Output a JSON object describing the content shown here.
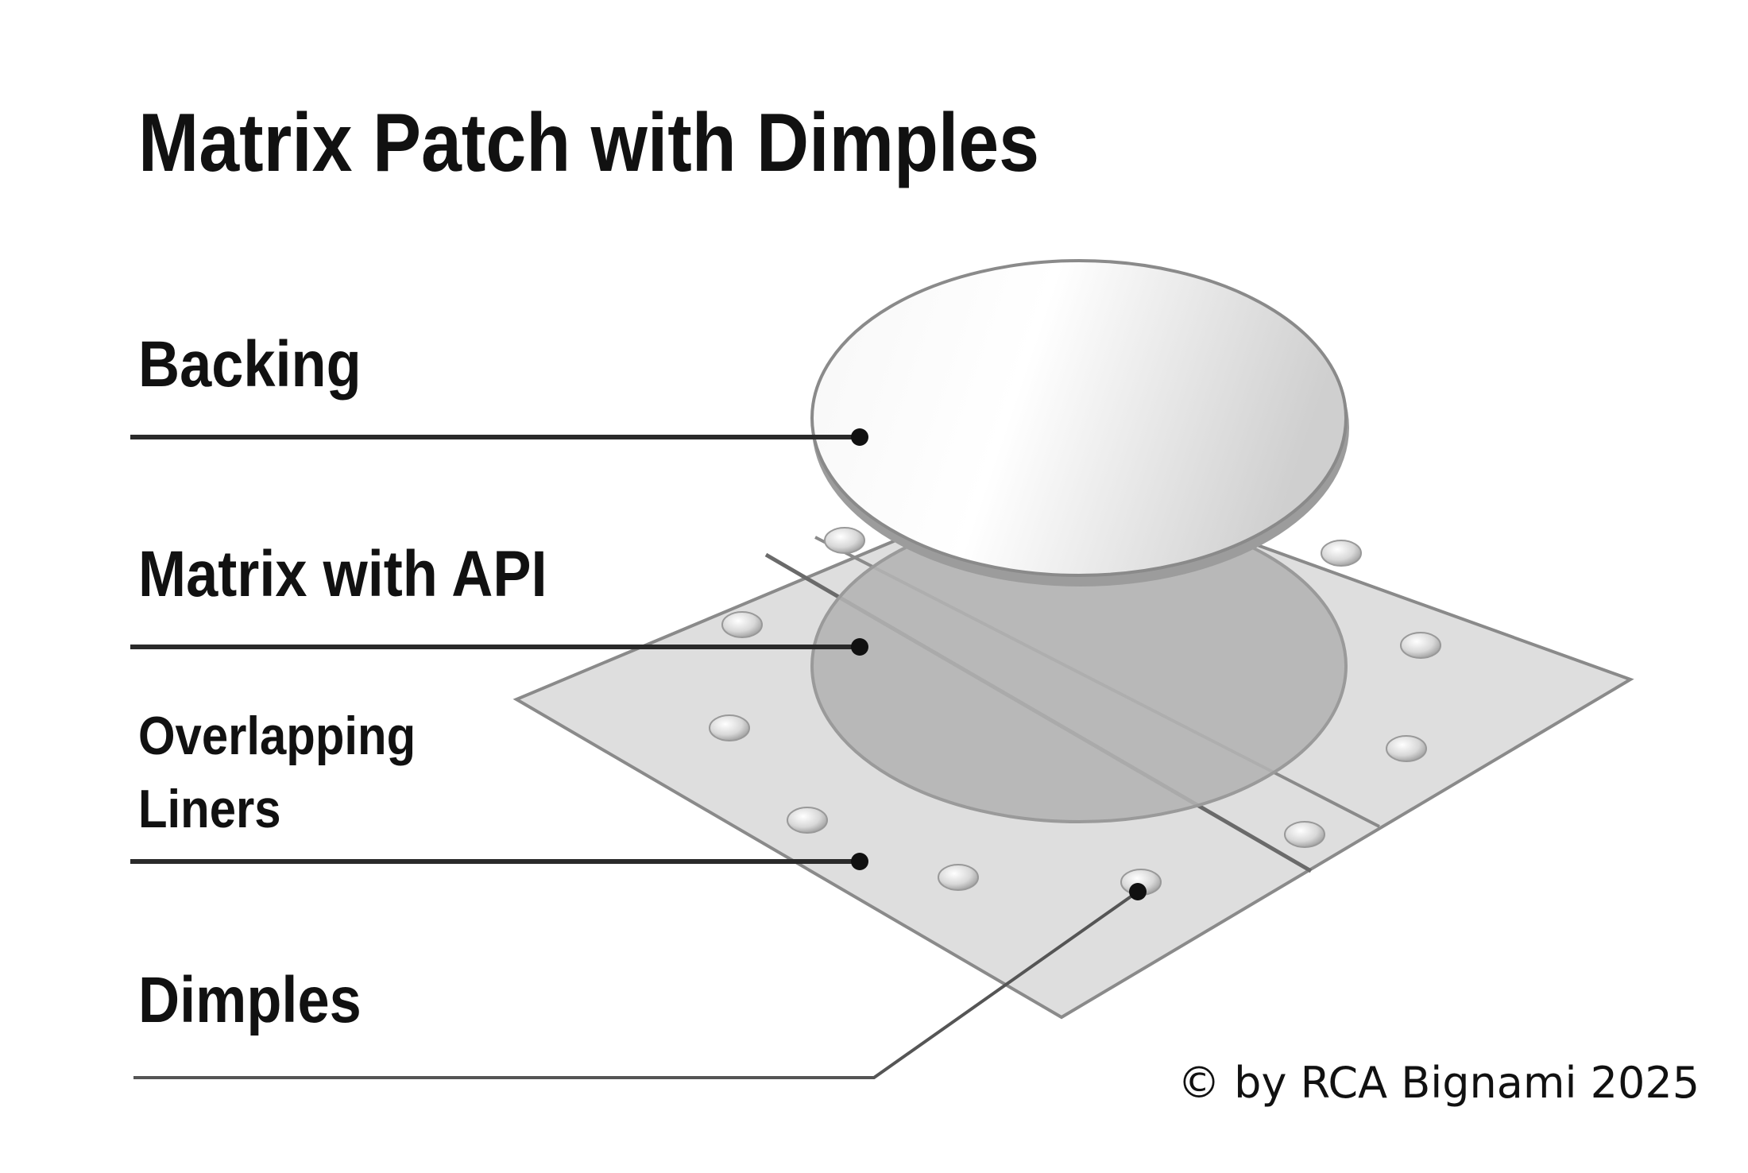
{
  "diagram": {
    "title": "Matrix Patch with Dimples",
    "labels": {
      "backing": "Backing",
      "matrix": "Matrix with API",
      "liners": "Overlapping\nLiners",
      "dimples": "Dimples"
    },
    "copyright": "© by RCA Bignami 2025"
  },
  "colors": {
    "text": "#111111",
    "leader_line": "#2a2a2a",
    "liner_fill": "#dedede",
    "matrix_fill": "#b3b3b3",
    "backing_fill": "#f2f2f2",
    "outline": "#8a8a8a"
  }
}
